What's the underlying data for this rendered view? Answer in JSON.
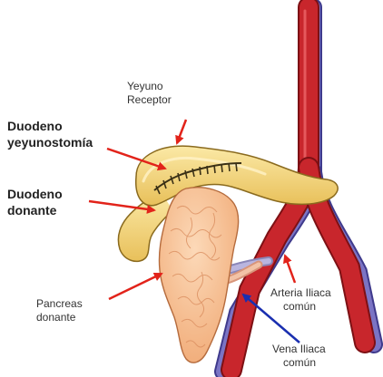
{
  "labels": {
    "yeyuno_receptor": [
      "Yeyuno",
      "Receptor"
    ],
    "duodeno_yeyunostomia": [
      "Duodeno",
      "yeyunostomía"
    ],
    "duodeno_donante": [
      "Duodeno",
      "donante"
    ],
    "pancreas_donante": [
      "Pancreas",
      "donante"
    ],
    "arteria_iliaca": [
      "Arteria Iliaca",
      "común"
    ],
    "vena_iliaca": [
      "Vena Iliaca",
      "común"
    ]
  },
  "colors": {
    "artery": "#c8262c",
    "vein": "#7b74c4",
    "intestine": "#f6dc86",
    "pancreas": "#f8c49c",
    "red_arrow": "#e2231a",
    "blue_arrow": "#1a2fb0"
  }
}
